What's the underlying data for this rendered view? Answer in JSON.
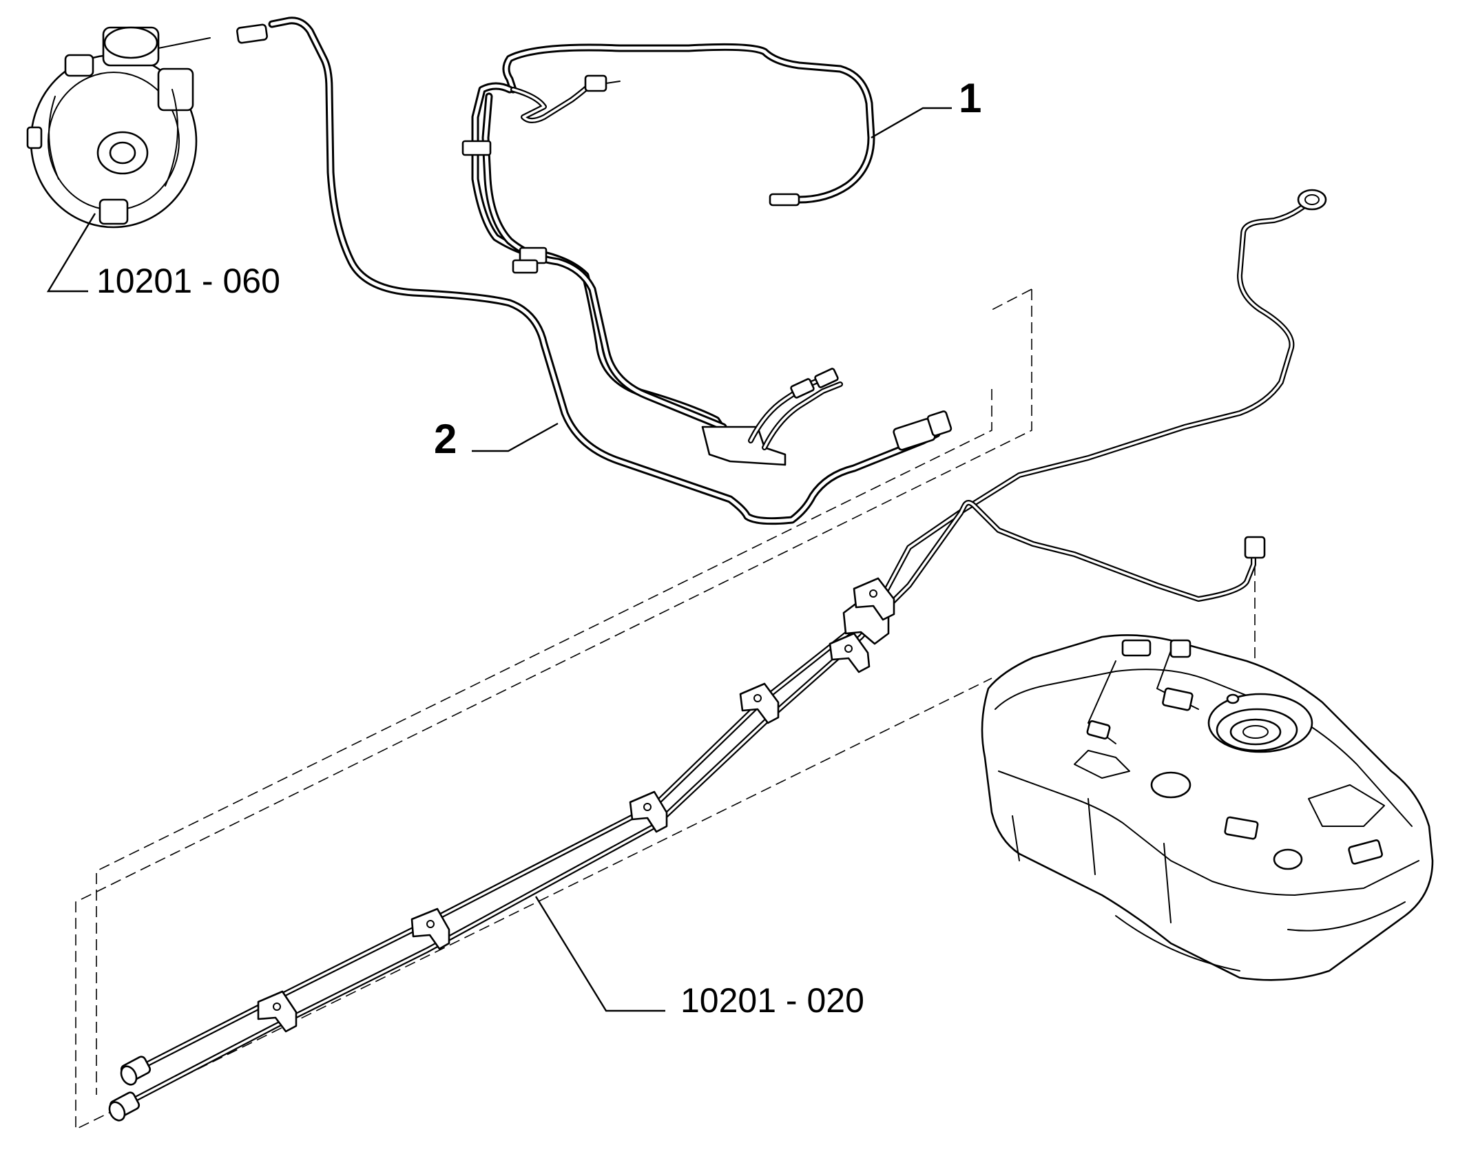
{
  "callouts": {
    "part_1": "1",
    "part_2": "2",
    "reducer_ref": "10201 - 060",
    "supply_pipe_ref": "10201 - 020"
  },
  "icons": [
    "pressure-reducer-icon",
    "fuel-tank-icon",
    "pipe-clip-icon",
    "pipe-fitting-icon"
  ],
  "colors": {
    "line": "#000000",
    "background": "#ffffff"
  }
}
